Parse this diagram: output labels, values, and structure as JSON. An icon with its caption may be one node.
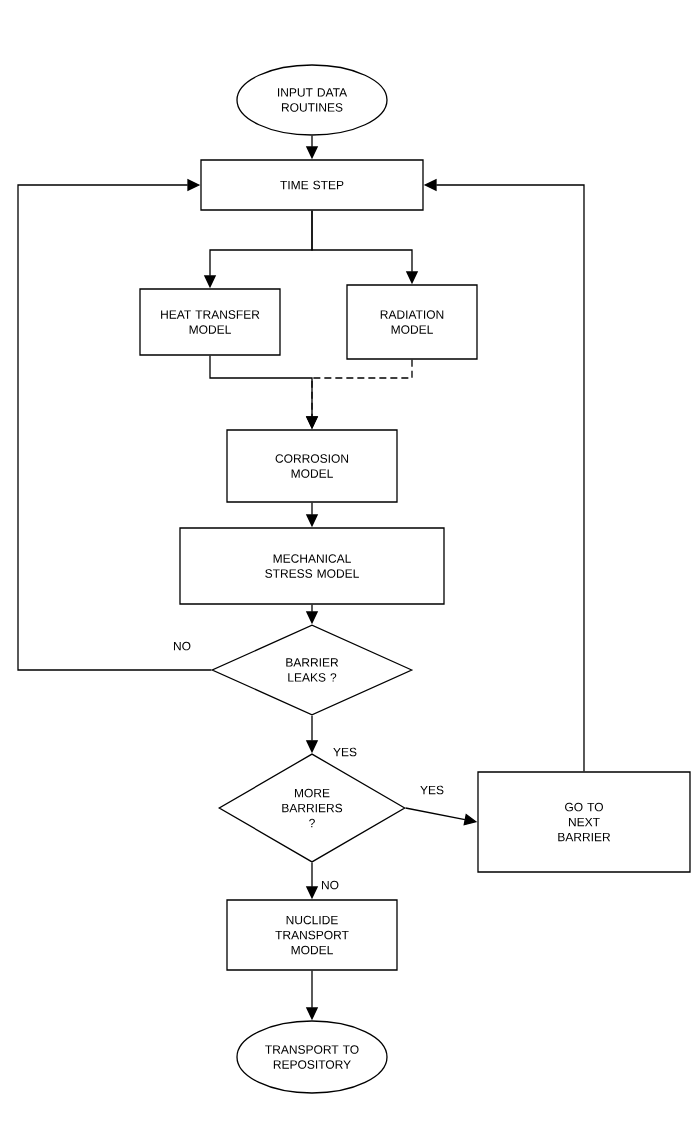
{
  "diagram": {
    "nodes": [
      {
        "text": [
          "INPUT DATA ROUTINES"
        ]
      },
      {
        "text": [
          "TIME STEP"
        ]
      },
      {
        "text": [
          "HEAT TRANSFER MODEL"
        ]
      },
      {
        "text": [
          "RADIATION MODEL"
        ]
      },
      {
        "text": [
          "CORROSION MODEL"
        ]
      },
      {
        "text": [
          "MECHANICAL STRESS MODEL"
        ]
      },
      {
        "text": [
          "BARRIER LEAKS ?"
        ]
      },
      {
        "text": [
          "MORE BARRIERS ?"
        ]
      },
      {
        "text": [
          "GO TO NEXT BARRIER"
        ]
      },
      {
        "text": [
          "NUCLIDE TRANSPORT MODEL"
        ]
      },
      {
        "text": [
          "TRANSPORT TO REPOSITORY"
        ]
      }
    ],
    "edges": [
      {
        "from": 0,
        "to": 1,
        "arrow": "to"
      },
      {
        "from": 1,
        "to": 2,
        "arrow": "to"
      },
      {
        "from": 1,
        "to": 3,
        "arrow": "to"
      },
      {
        "from": 2,
        "to": 4,
        "arrow": "to"
      },
      {
        "from": 3,
        "to": 4,
        "arrow": "to",
        "style": "dashed"
      },
      {
        "from": 4,
        "to": 5,
        "arrow": "to"
      },
      {
        "from": 5,
        "to": 6,
        "arrow": "to"
      },
      {
        "from": 6,
        "to": 1,
        "arrow": "to",
        "label": "NO"
      },
      {
        "from": 6,
        "to": 7,
        "arrow": "to",
        "label": "YES"
      },
      {
        "from": 7,
        "to": 8,
        "arrow": "to",
        "label": "YES"
      },
      {
        "from": 8,
        "to": 1,
        "arrow": "to"
      },
      {
        "from": 7,
        "to": 9,
        "arrow": "to",
        "label": "NO"
      },
      {
        "from": 9,
        "to": 10,
        "arrow": "to"
      }
    ]
  }
}
